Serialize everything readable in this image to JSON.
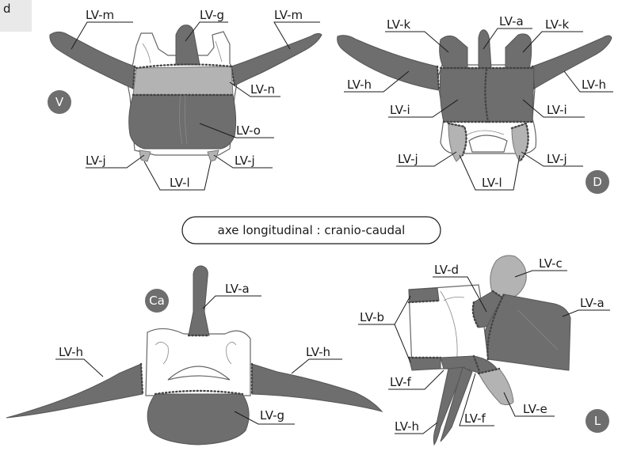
{
  "corner_tab": "d",
  "axis_label": "axe longitudinal : cranio-caudal",
  "colors": {
    "dark_region": "#6e6e6e",
    "light_region": "#b3b3b3",
    "outline": "#666666"
  },
  "views": {
    "V": {
      "badge": "V",
      "labels": {
        "m_left": "LV-m",
        "g": "LV-g",
        "m_right": "LV-m",
        "n": "LV-n",
        "o": "LV-o",
        "j_left": "LV-j",
        "j_right": "LV-j",
        "l": "LV-l"
      }
    },
    "D": {
      "badge": "D",
      "labels": {
        "k_left": "LV-k",
        "a": "LV-a",
        "k_right": "LV-k",
        "h_left": "LV-h",
        "h_right": "LV-h",
        "i_left": "LV-i",
        "i_right": "LV-i",
        "j_left": "LV-j",
        "j_right": "LV-j",
        "l": "LV-l"
      }
    },
    "Ca": {
      "badge": "Ca",
      "labels": {
        "a": "LV-a",
        "h_left": "LV-h",
        "h_right": "LV-h",
        "g": "LV-g"
      }
    },
    "L": {
      "badge": "L",
      "labels": {
        "d": "LV-d",
        "c": "LV-c",
        "a": "LV-a",
        "b": "LV-b",
        "f_left": "LV-f",
        "e": "LV-e",
        "h": "LV-h",
        "f_bottom": "LV-f"
      }
    }
  }
}
